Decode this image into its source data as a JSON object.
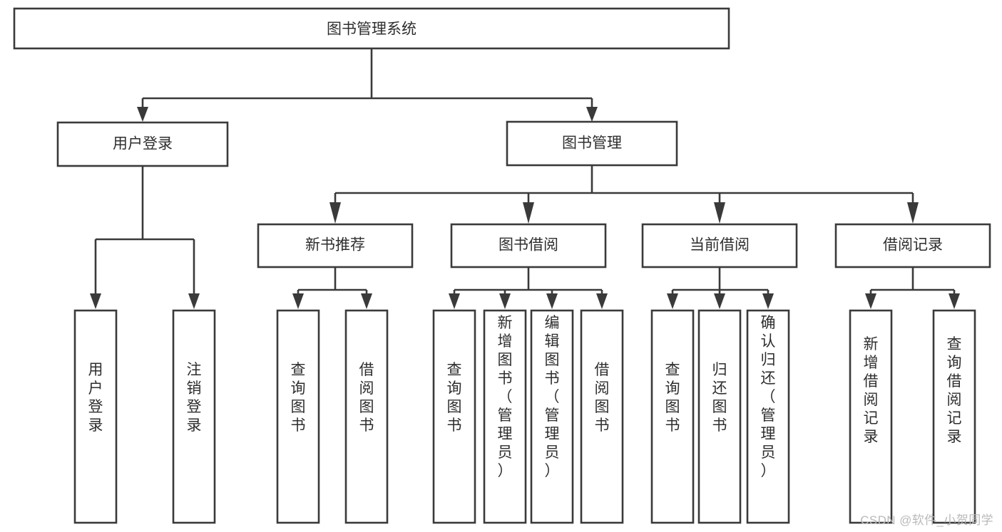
{
  "diagram": {
    "type": "tree",
    "title": "图书管理系统",
    "watermark": "CSDN @软件_小贺同学",
    "colors": {
      "background": "#ffffff",
      "box_fill": "#ffffff",
      "box_stroke": "#3a3a3a",
      "text": "#2e2e2e",
      "watermark": "#b9b9b9"
    },
    "levels": [
      {
        "level": 1,
        "nodes": [
          {
            "id": "root",
            "label": "图书管理系统",
            "orientation": "horizontal"
          }
        ]
      },
      {
        "level": 2,
        "nodes": [
          {
            "id": "login",
            "label": "用户登录",
            "orientation": "horizontal",
            "parent": "root"
          },
          {
            "id": "bookmgmt",
            "label": "图书管理",
            "orientation": "horizontal",
            "parent": "root"
          }
        ]
      },
      {
        "level": 3,
        "nodes": [
          {
            "id": "newbook",
            "label": "新书推荐",
            "orientation": "horizontal",
            "parent": "bookmgmt"
          },
          {
            "id": "borrow",
            "label": "图书借阅",
            "orientation": "horizontal",
            "parent": "bookmgmt"
          },
          {
            "id": "current",
            "label": "当前借阅",
            "orientation": "horizontal",
            "parent": "bookmgmt"
          },
          {
            "id": "record",
            "label": "借阅记录",
            "orientation": "horizontal",
            "parent": "bookmgmt"
          }
        ]
      },
      {
        "level": 4,
        "nodes": [
          {
            "id": "leaf-1",
            "label": "用户登录",
            "orientation": "vertical",
            "parent": "login"
          },
          {
            "id": "leaf-2",
            "label": "注销登录",
            "orientation": "vertical",
            "parent": "login"
          },
          {
            "id": "leaf-3",
            "label": "查询图书",
            "orientation": "vertical",
            "parent": "newbook"
          },
          {
            "id": "leaf-4",
            "label": "借阅图书",
            "orientation": "vertical",
            "parent": "newbook"
          },
          {
            "id": "leaf-5",
            "label": "查询图书",
            "orientation": "vertical",
            "parent": "borrow"
          },
          {
            "id": "leaf-6",
            "label": "新增图书（管理员）",
            "orientation": "vertical",
            "parent": "borrow"
          },
          {
            "id": "leaf-7",
            "label": "编辑图书（管理员）",
            "orientation": "vertical",
            "parent": "borrow"
          },
          {
            "id": "leaf-8",
            "label": "借阅图书",
            "orientation": "vertical",
            "parent": "borrow"
          },
          {
            "id": "leaf-9",
            "label": "查询图书",
            "orientation": "vertical",
            "parent": "current"
          },
          {
            "id": "leaf-10",
            "label": "归还图书",
            "orientation": "vertical",
            "parent": "current"
          },
          {
            "id": "leaf-11",
            "label": "确认归还（管理员）",
            "orientation": "vertical",
            "parent": "current"
          },
          {
            "id": "leaf-12",
            "label": "新增借阅记录",
            "orientation": "vertical",
            "parent": "record"
          },
          {
            "id": "leaf-13",
            "label": "查询借阅记录",
            "orientation": "vertical",
            "parent": "record"
          }
        ]
      }
    ]
  }
}
